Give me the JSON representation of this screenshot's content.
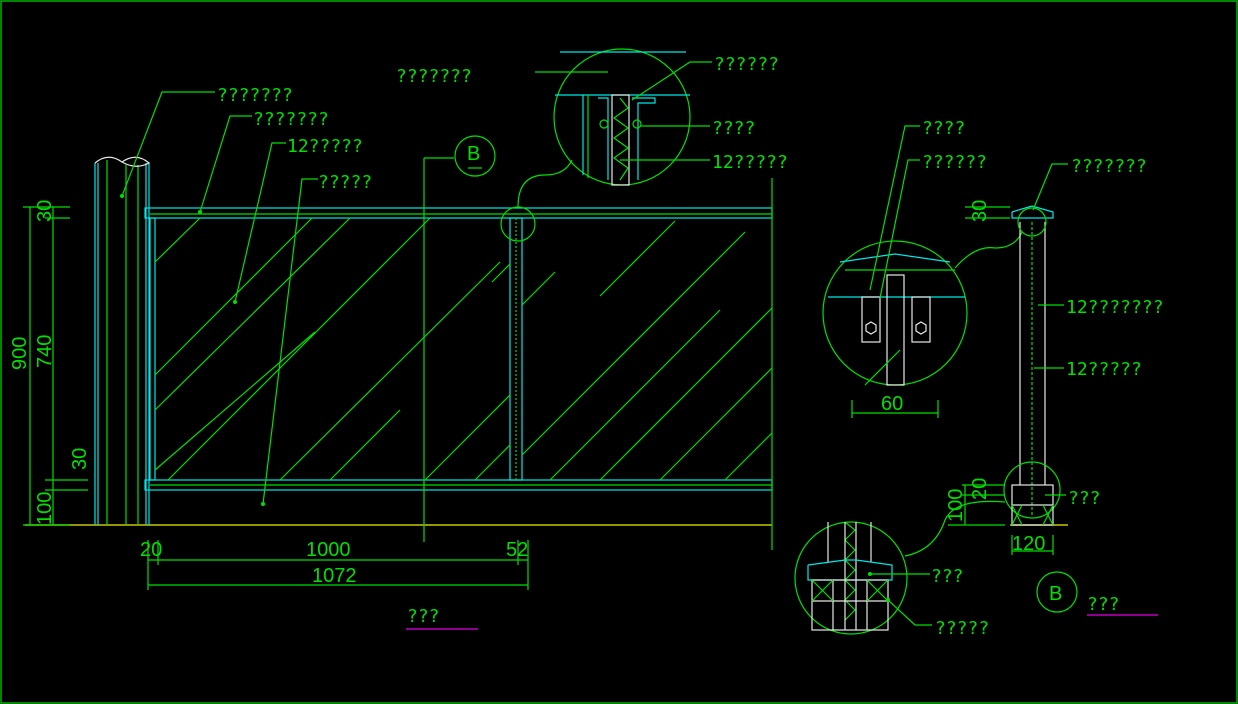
{
  "colors": {
    "line": "#00e000",
    "frame": "#00e8e8",
    "ground": "#c8c800",
    "underline": "#c000c0",
    "background": "#000000"
  },
  "elevation": {
    "title": "???",
    "labels": [
      "???????",
      "???????",
      "12?????",
      "?????",
      "???????"
    ],
    "dims_h": {
      "left": "20",
      "panel": "1000",
      "right": "52",
      "total": "1072"
    },
    "dims_v": {
      "total": "900",
      "glass": "740",
      "top": "30",
      "bottom": "100",
      "bottom_rail": "30"
    },
    "section_marker": "B"
  },
  "detail_top": {
    "labels": [
      "??????",
      "????",
      "12?????"
    ]
  },
  "detail_right": {
    "labels": [
      "????",
      "??????"
    ],
    "dim": "60"
  },
  "section": {
    "title": "???",
    "marker": "B",
    "labels": [
      "???????",
      "12???????",
      "12?????",
      "???"
    ],
    "dims": {
      "top": "30",
      "base": "100",
      "base_rail": "20",
      "width": "120"
    }
  },
  "detail_bottom": {
    "labels": [
      "???",
      "?????"
    ]
  }
}
